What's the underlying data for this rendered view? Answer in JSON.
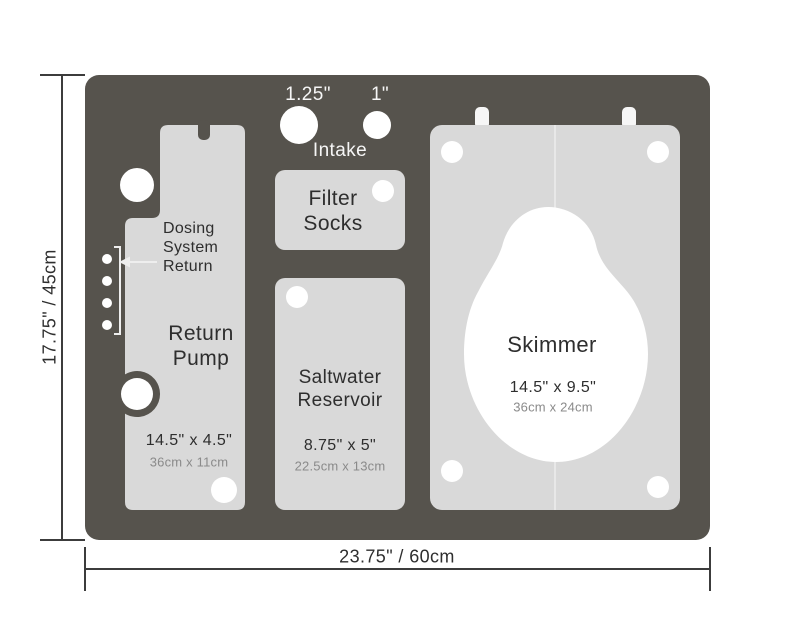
{
  "dims": {
    "height_label": "17.75\" / 45cm",
    "width_label": "23.75\" / 60cm"
  },
  "intake": {
    "large_label": "1.25\"",
    "small_label": "1\"",
    "caption": "Intake"
  },
  "return_pump": {
    "callout": [
      "Dosing",
      "System",
      "Return"
    ],
    "name": [
      "Return",
      "Pump"
    ],
    "size_in": "14.5\" x 4.5\"",
    "size_cm": "36cm x 11cm"
  },
  "filter_socks": {
    "name": [
      "Filter",
      "Socks"
    ]
  },
  "saltwater": {
    "name": [
      "Saltwater",
      "Reservoir"
    ],
    "size_in": "8.75\" x 5\"",
    "size_cm": "22.5cm x 13cm"
  },
  "skimmer": {
    "name": "Skimmer",
    "size_in": "14.5\" x 9.5\"",
    "size_cm": "36cm x 24cm"
  },
  "colors": {
    "body": "#56534d",
    "compartment": "#d9d9d9",
    "hole": "#ffffff",
    "metric_text": "#8a8a8a",
    "dimension_line": "#3c3c3c"
  }
}
